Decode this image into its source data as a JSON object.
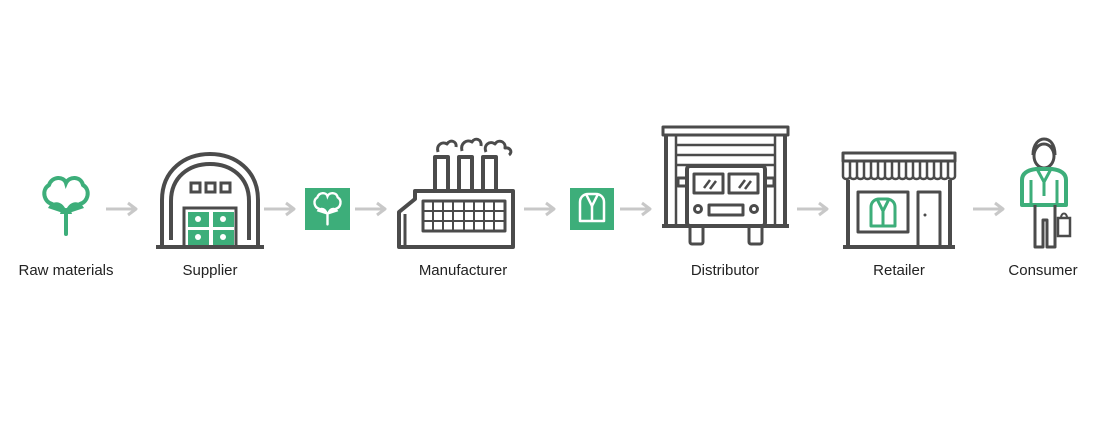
{
  "stages": [
    {
      "label": "Raw materials",
      "icon": "cotton-boll-icon"
    },
    {
      "label": "Supplier",
      "icon": "warehouse-icon"
    },
    {
      "label": "Manufacturer",
      "icon": "factory-icon"
    },
    {
      "label": "Distributor",
      "icon": "truck-depot-icon"
    },
    {
      "label": "Retailer",
      "icon": "storefront-icon"
    },
    {
      "label": "Consumer",
      "icon": "shopper-icon"
    }
  ],
  "transit_items": [
    {
      "icon": "cotton-boll-tile-icon"
    },
    {
      "icon": "shirt-tile-icon"
    }
  ],
  "colors": {
    "accent": "#3dae7a",
    "stroke": "#4b4b4b",
    "arrow": "#c8c8c8",
    "text": "#222222"
  }
}
